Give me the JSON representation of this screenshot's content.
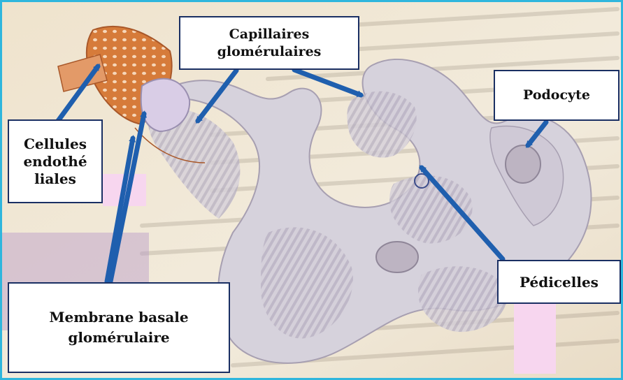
{
  "labels": {
    "capillaires": [
      "Capillaires",
      "glomérulaires"
    ],
    "podocyte": [
      "Podocyte"
    ],
    "cellules": [
      "Cellules",
      "endothé",
      "liales"
    ],
    "pedicelles": [
      "Pédicelles"
    ],
    "membrane": [
      "Membrane basale",
      "glomérulaire"
    ]
  },
  "colors": {
    "frame_border": "#2fb6dd",
    "arrow": "#1f5fae",
    "label_border": "#1a2f63",
    "tissue": "#d8d3dc",
    "endothelium": "#d4793c"
  }
}
